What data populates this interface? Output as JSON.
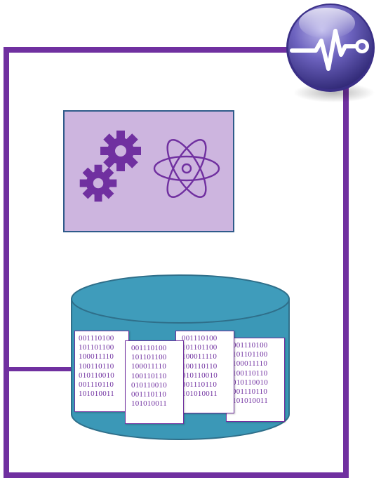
{
  "colors": {
    "frame": "#7030a0",
    "process_box_fill": "#cdb5df",
    "process_box_border": "#2f5b8a",
    "database_fill": "#3b98b7",
    "database_stroke": "#2f6f8a",
    "binary_text": "#7030a0",
    "badge": "#5a4ea8"
  },
  "icons": {
    "gear_large": "gear-icon",
    "gear_small": "gear-icon",
    "atom": "atom-icon",
    "badge": "heartbeat-icon"
  },
  "documents": [
    {
      "lines": [
        "001110100",
        "101101100",
        "100011110",
        "100110110",
        "010110010",
        "001110110",
        "101010011"
      ]
    },
    {
      "lines": [
        "001110100",
        "101101100",
        "100011110",
        "100110110",
        "010110010",
        "001110110",
        "101010011"
      ]
    },
    {
      "lines": [
        "001110100",
        "101101100",
        "100011110",
        "100110110",
        "010110010",
        "001110110",
        "101010011"
      ]
    },
    {
      "lines": [
        "001110100",
        "101101100",
        "100011110",
        "100110110",
        "010110010",
        "001110110",
        "101010011"
      ]
    }
  ]
}
